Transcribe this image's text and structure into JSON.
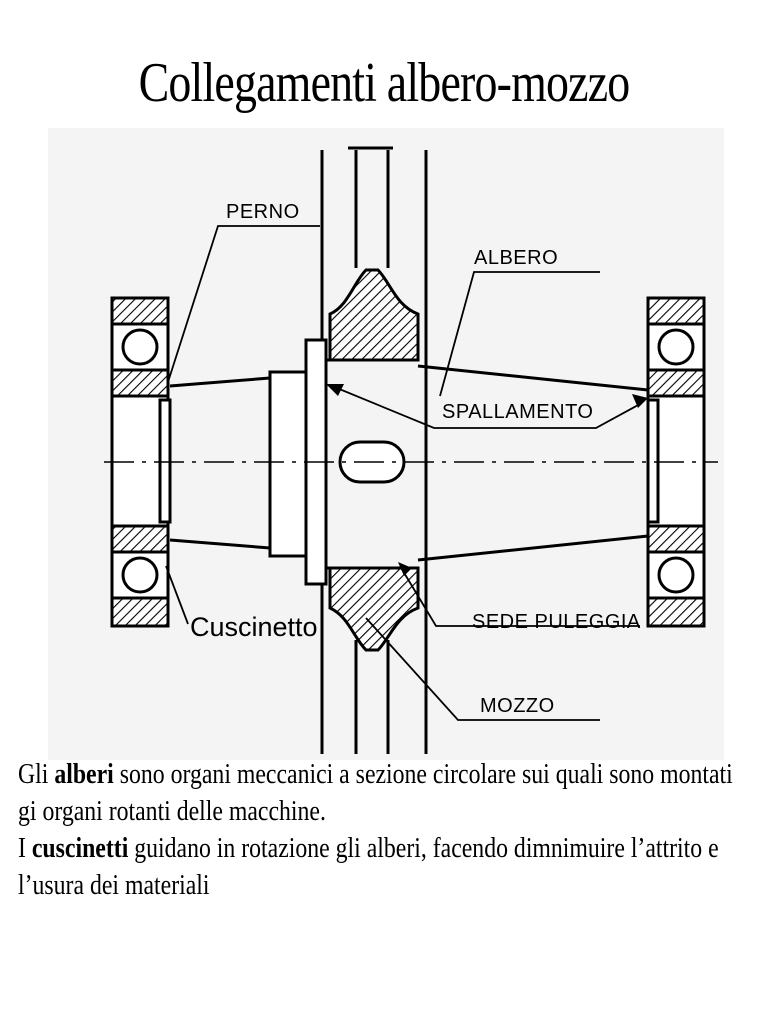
{
  "title": "Collegamenti albero-mozzo",
  "diagram": {
    "labels": {
      "perno": "PERNO",
      "albero": "ALBERO",
      "spallamento": "SPALLAMENTO",
      "cuscinetto": "Cuscinetto",
      "sede_puleggia": "SEDE PULEGGIA",
      "mozzo": "MOZZO"
    }
  },
  "body": {
    "p1": {
      "before": "Gli ",
      "bold": "alberi",
      "after": " sono organi meccanici a sezione circolare sui quali sono montati gi organi rotanti delle macchine."
    },
    "p2": {
      "before": "I ",
      "bold": "cuscinetti",
      "after": " guidano in rotazione gli alberi, facendo dimnimuire l’attrito e l’usura dei materiali"
    }
  }
}
